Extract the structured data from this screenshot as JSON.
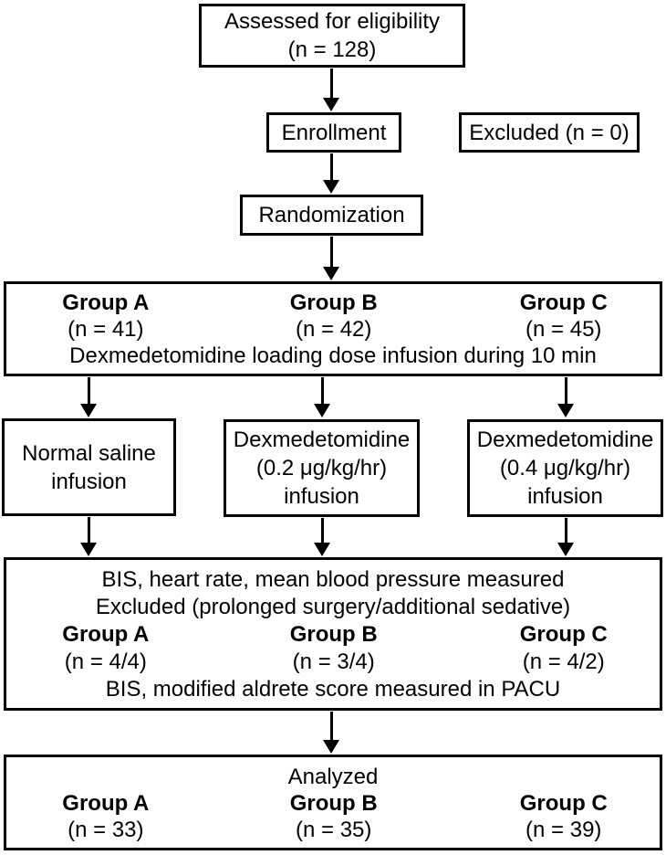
{
  "colors": {
    "line": "#000000",
    "text": "#000000",
    "background": "#ffffff"
  },
  "flow": {
    "assessed": {
      "line1": "Assessed for eligibility",
      "line2": "(n = 128)"
    },
    "enrollment": {
      "label": "Enrollment"
    },
    "excluded": {
      "label": "Excluded (n = 0)"
    },
    "randomization": {
      "label": "Randomization"
    },
    "loading_box": {
      "groups": [
        {
          "name": "Group A",
          "n": "(n = 41)"
        },
        {
          "name": "Group B",
          "n": "(n = 42)"
        },
        {
          "name": "Group C",
          "n": "(n = 45)"
        }
      ],
      "note": "Dexmedetomidine loading dose infusion during 10 min"
    },
    "arm_boxes": [
      {
        "lines": [
          "Normal saline",
          "infusion"
        ]
      },
      {
        "lines": [
          "Dexmedetomidine",
          "(0.2 μg/kg/hr)",
          "infusion"
        ]
      },
      {
        "lines": [
          "Dexmedetomidine",
          "(0.4 μg/kg/hr)",
          "infusion"
        ]
      }
    ],
    "measured_box": {
      "line1": "BIS, heart rate, mean blood pressure measured",
      "line2": "Excluded (prolonged surgery/additional sedative)",
      "groups": [
        {
          "name": "Group A",
          "n": "(n = 4/4)"
        },
        {
          "name": "Group B",
          "n": "(n = 3/4)"
        },
        {
          "name": "Group C",
          "n": "(n = 4/2)"
        }
      ],
      "line3": "BIS, modified aldrete score measured in PACU"
    },
    "analyzed_box": {
      "title": "Analyzed",
      "groups": [
        {
          "name": "Group A",
          "n": "(n = 33)"
        },
        {
          "name": "Group B",
          "n": "(n = 35)"
        },
        {
          "name": "Group C",
          "n": "(n = 39)"
        }
      ]
    }
  }
}
